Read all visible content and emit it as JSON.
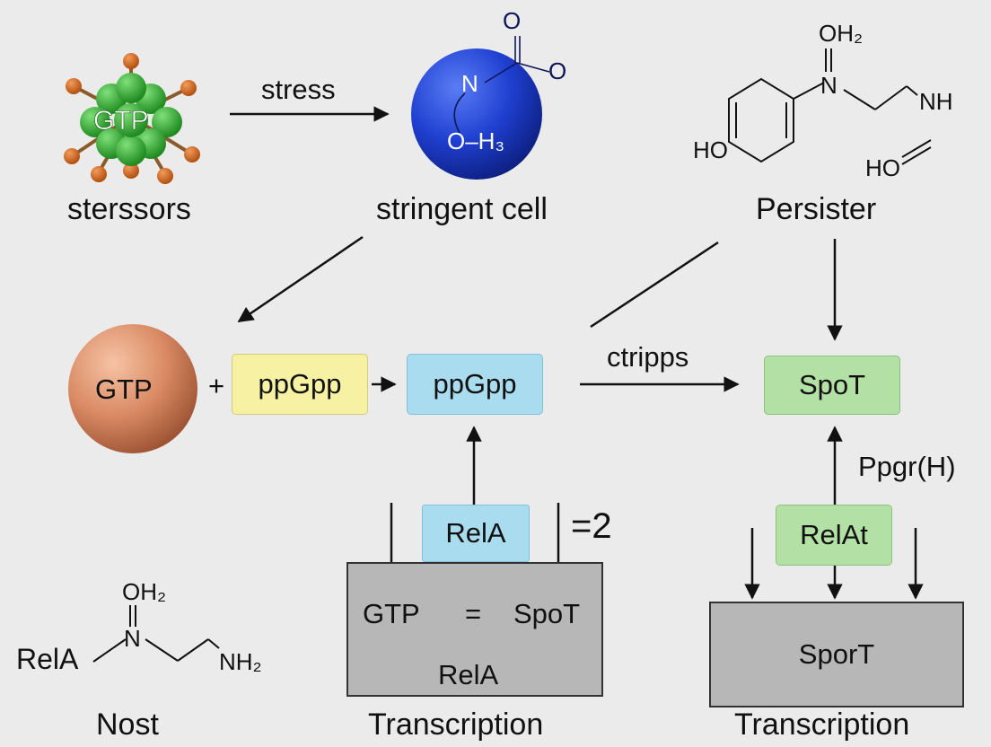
{
  "top_row": {
    "stressors_label": "sterssors",
    "stressors_molecule_text": "GTP",
    "arrow_label": "stress",
    "stringent_label": "stringent cell",
    "sphere_atoms": {
      "o_top": "O",
      "o_right": "O",
      "n": "N",
      "oh": "O–H₃"
    },
    "persister_label": "Persister",
    "persister_molecule": {
      "oh2": "OH₂",
      "n": "N",
      "nh": "NH",
      "ho": "HO",
      "ho2": "HO"
    }
  },
  "middle_row": {
    "gtp_ball": "GTP",
    "plus": "+",
    "ppgpp_yellow": "ppGpp",
    "ppgpp_blue": "ppGpp",
    "arrow_label": "ctripps",
    "spot_box": "SpoT",
    "ppgr_label": "Ppgr(H)"
  },
  "bottom_left": {
    "molecule": {
      "oh2": "OH₂",
      "n": "N",
      "relA": "RelA",
      "nh2": "NH₂"
    },
    "label": "Nost"
  },
  "bottom_center": {
    "rela_box": "RelA",
    "eq_label": "=2",
    "gtp": "GTP",
    "equals": "=",
    "spot": "SpoT",
    "rela": "RelA",
    "label": "Transcription"
  },
  "bottom_right": {
    "relat_box": "RelAt",
    "spot_box": "SporT",
    "label": "Transcription"
  },
  "colors": {
    "background": "#ebebeb",
    "yellow_box": "#f7f2a3",
    "blue_box": "#a9dcee",
    "green_box": "#b3e0a5",
    "gray_box": "#b7b7b7",
    "blue_sphere": "#1f3fd0",
    "gtp_ball": "#d98a63",
    "molecule_green": "#2aa629",
    "molecule_orange": "#d0651e"
  }
}
